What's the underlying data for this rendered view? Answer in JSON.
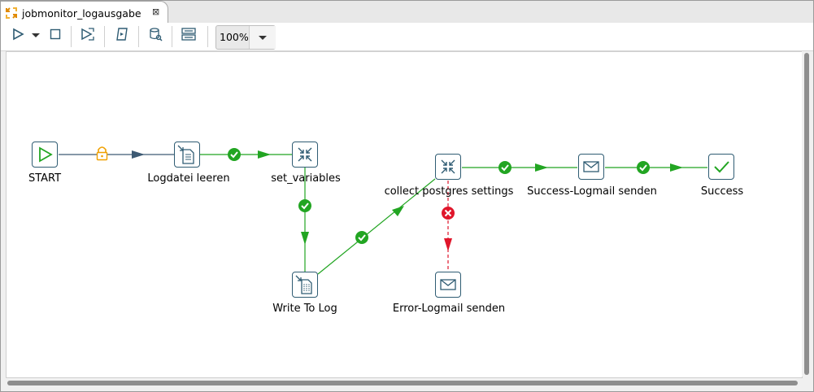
{
  "tab": {
    "title": "jobmonitor_logausgabe",
    "close_glyph": "⊠",
    "icon": "job-icon"
  },
  "toolbar": {
    "buttons": [
      "run-icon",
      "run-dropdown-icon",
      "stop-icon",
      "replay-icon",
      "verify-icon",
      "sql-icon",
      "layout-icon"
    ],
    "zoom": "100%"
  },
  "nodes": {
    "start": {
      "label": "START",
      "icon": "start-icon"
    },
    "logdatei": {
      "label": "Logdatei leeren",
      "icon": "file-icon"
    },
    "set_variables": {
      "label": "set_variables",
      "icon": "set-variables-icon"
    },
    "collect": {
      "label": "collect postgres settings",
      "icon": "set-variables-icon"
    },
    "success_mail": {
      "label": "Success-Logmail senden",
      "icon": "mail-icon"
    },
    "success": {
      "label": "Success",
      "icon": "checkmark-icon"
    },
    "write_log": {
      "label": "Write To Log",
      "icon": "write-log-icon"
    },
    "error_mail": {
      "label": "Error-Logmail senden",
      "icon": "mail-icon"
    }
  },
  "hops": {
    "colors": {
      "unconditional": "#3d5a73",
      "success": "#22a522",
      "error": "#e0162b",
      "lock": "#f0a000"
    },
    "types": [
      "unconditional",
      "success",
      "success",
      "success",
      "success",
      "success",
      "error"
    ]
  }
}
